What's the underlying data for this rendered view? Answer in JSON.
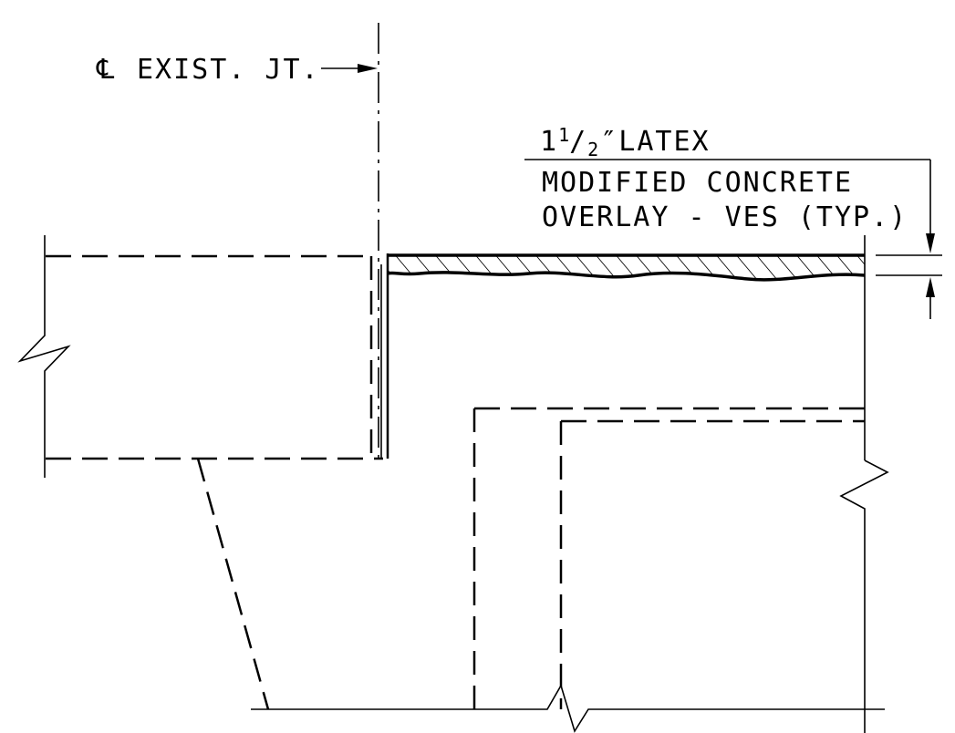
{
  "labels": {
    "centerline_symbol": "℄",
    "centerline_text": "EXIST. JT.",
    "overlay_whole": "1",
    "overlay_num": "1",
    "overlay_den": "2",
    "overlay_rest": "″LATEX",
    "overlay_line2": "MODIFIED CONCRETE",
    "overlay_line3": "OVERLAY - VES (TYP.)"
  }
}
